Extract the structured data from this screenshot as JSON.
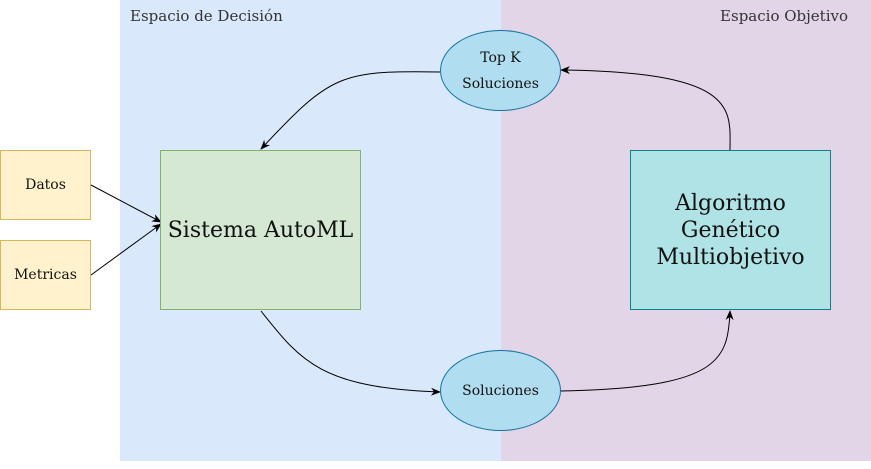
{
  "regions": {
    "decision": {
      "label": "Espacio de Decisión",
      "color": "#dae8fc"
    },
    "objective": {
      "label": "Espacio Objetivo",
      "color": "#e1d5e7"
    }
  },
  "nodes": {
    "datos": {
      "label": "Datos",
      "fill": "#fff2cc",
      "stroke": "#d6b656"
    },
    "metricas": {
      "label": "Metricas",
      "fill": "#fff2cc",
      "stroke": "#d6b656"
    },
    "automl": {
      "label": "Sistema AutoML",
      "fill": "#d5e8d4",
      "stroke": "#82b366"
    },
    "algoritmo": {
      "line1": "Algoritmo",
      "line2": "Genético",
      "line3": "Multiobjetivo",
      "fill": "#b0e3e6",
      "stroke": "#0e8088"
    },
    "topk": {
      "line1": "Top K",
      "line2": "Soluciones",
      "fill": "#b1ddf0",
      "stroke": "#10739e"
    },
    "soluciones": {
      "label": "Soluciones",
      "fill": "#b1ddf0",
      "stroke": "#10739e"
    }
  }
}
